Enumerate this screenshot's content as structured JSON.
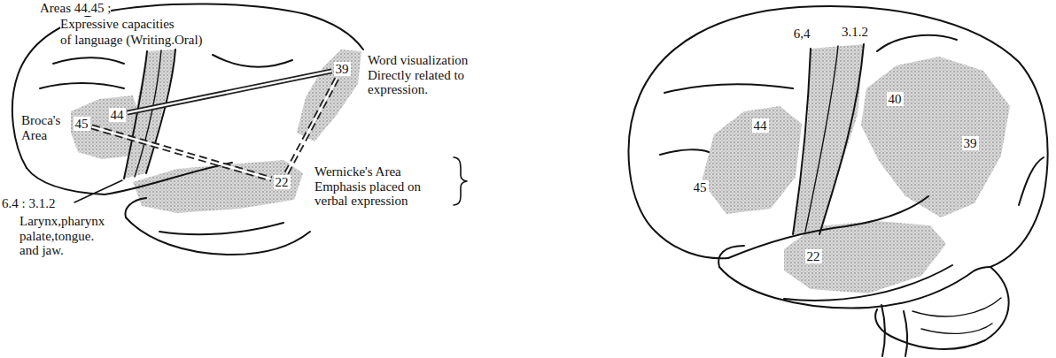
{
  "diagram": {
    "nodes": [
      {
        "text": [
          "45"
        ]
      },
      {
        "text": [
          "44"
        ]
      },
      {
        "text": [
          "22"
        ]
      },
      {
        "text": [
          "39"
        ]
      }
    ],
    "edges": [
      {
        "from": 1,
        "to": 3,
        "arrow": "none"
      },
      {
        "from": 0,
        "to": 2,
        "arrow": "none"
      },
      {
        "from": 2,
        "to": 3,
        "arrow": "none"
      }
    ],
    "labels": [
      "Areas 44.45 ;",
      "Expressive capacities",
      "of language (Writing.Oral)",
      "Broca's Area",
      "6.4 : 3.1.2",
      "Larynx,pharynx palate,tongue. and jaw.",
      "Word visualization Directly related to expression.",
      "Wernicke's Area Emphasis placed on verbal expression",
      "6,4",
      "3.1.2",
      "44",
      "45",
      "40",
      "39",
      "22"
    ]
  }
}
